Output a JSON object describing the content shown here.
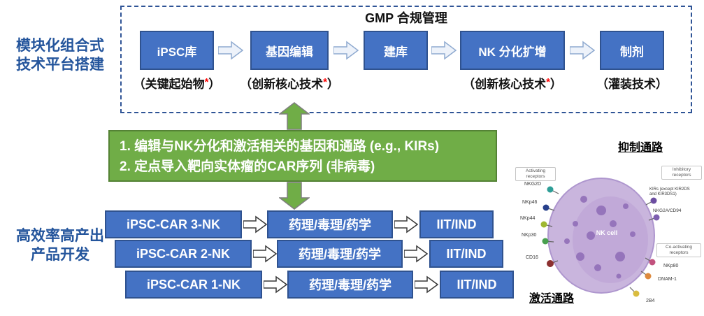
{
  "platform": {
    "label_line1": "模块化组合式",
    "label_line2": "技术平台搭建"
  },
  "gmp": {
    "title": "GMP 合规管理",
    "steps": [
      {
        "label": "iPSC库"
      },
      {
        "label": "基因编辑"
      },
      {
        "label": "建库"
      },
      {
        "label": "NK 分化扩增"
      },
      {
        "label": "制剂"
      }
    ],
    "captions": [
      {
        "text": "（关键起始物",
        "star": "*",
        "close": "）"
      },
      {
        "text": "（创新核心技术",
        "star": "*",
        "close": "）"
      },
      {
        "text": "（创新核心技术",
        "star": "*",
        "close": "）"
      },
      {
        "text": "（灌装技术",
        "star": "",
        "close": "）"
      }
    ]
  },
  "gene_edit": {
    "line1": "1. 编辑与NK分化和激活相关的基因和通路 (e.g., KIRs)",
    "line2": "2. 定点导入靶向实体瘤的CAR序列 (非病毒)"
  },
  "product": {
    "label_line1": "高效率高产出",
    "label_line2": "产品开发",
    "rows": [
      {
        "car": "iPSC-CAR 3-NK",
        "study": "药理/毒理/药学",
        "outcome": "IIT/IND"
      },
      {
        "car": "iPSC-CAR 2-NK",
        "study": "药理/毒理/药学",
        "outcome": "IIT/IND"
      },
      {
        "car": "iPSC-CAR 1-NK",
        "study": "药理/毒理/药学",
        "outcome": "IIT/IND"
      }
    ]
  },
  "nk_diagram": {
    "inhibitory_pathway": "抑制通路",
    "activating_pathway": "激活通路",
    "cell_label": "NK cell",
    "activating_header": "Activating receptors",
    "inhibitory_header": "Inhibitory receptors",
    "coactivating_header": "Co-activating receptors",
    "activating_receptors": [
      "NKG2D",
      "NKp46",
      "NKp44",
      "NKp30",
      "CD16"
    ],
    "inhibitory_receptors": [
      "KIRs (except KIR2DS and KIR3DS1)",
      "NKG2A/CD94"
    ],
    "coactivating_receptors": [
      "NKp80",
      "DNAM-1",
      "2B4"
    ]
  },
  "colors": {
    "box_blue": "#4472C4",
    "box_blue_border": "#2F528F",
    "green": "#70AD47",
    "green_border": "#548235",
    "dashed_border": "#2F5496",
    "label_blue": "#24559C",
    "star_red": "#FF0000",
    "cell_purple": "#C9B5DD"
  }
}
